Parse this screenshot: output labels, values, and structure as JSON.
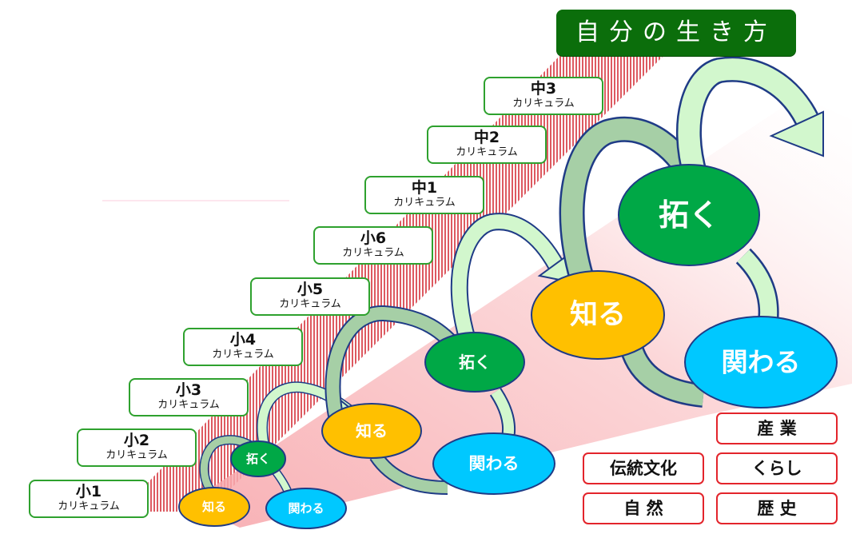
{
  "title": "自分の生き方",
  "stairs": [
    {
      "grade": "小1",
      "sub": "カリキュラム"
    },
    {
      "grade": "小2",
      "sub": "カリキュラム"
    },
    {
      "grade": "小3",
      "sub": "カリキュラム"
    },
    {
      "grade": "小4",
      "sub": "カリキュラム"
    },
    {
      "grade": "小5",
      "sub": "カリキュラム"
    },
    {
      "grade": "小6",
      "sub": "カリキュラム"
    },
    {
      "grade": "中1",
      "sub": "カリキュラム"
    },
    {
      "grade": "中2",
      "sub": "カリキュラム"
    },
    {
      "grade": "中3",
      "sub": "カリキュラム"
    }
  ],
  "cycles": [
    {
      "hiraku": "拓く",
      "shiru": "知る",
      "kakawaru": "関わる"
    },
    {
      "hiraku": "拓く",
      "shiru": "知る",
      "kakawaru": "関わる"
    },
    {
      "hiraku": "拓く",
      "shiru": "知る",
      "kakawaru": "関わる"
    }
  ],
  "themes": [
    "産 業",
    "伝統文化",
    "くらし",
    "自 然",
    "歴 史"
  ],
  "colors": {
    "title_bg": "#0b6e0b",
    "stair_border": "#2ea12e",
    "hiraku": "#00a846",
    "shiru": "#ffc000",
    "kakawaru": "#00c8ff",
    "ribbon_light": "#d2f7cd",
    "ribbon_dark": "#a6cfa6",
    "ribbon_outline": "#1f3b86",
    "theme_border": "#e3242b",
    "stripe": "#d9484f"
  }
}
